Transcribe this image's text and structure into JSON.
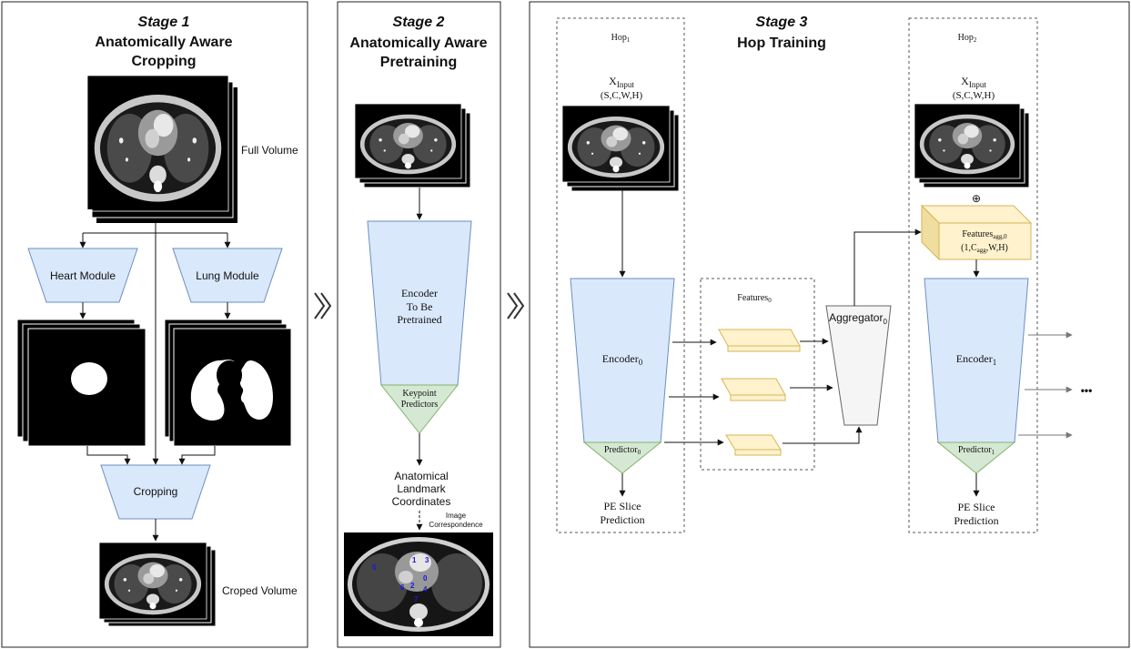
{
  "stage1": {
    "stage": "Stage 1",
    "title_line1": "Anatomically Aware",
    "title_line2": "Cropping",
    "full_volume": "Full Volume",
    "heart_module": "Heart Module",
    "lung_module": "Lung Module",
    "cropping": "Cropping",
    "croped_volume": "Croped Volume"
  },
  "stage2": {
    "stage": "Stage 2",
    "title_line1": "Anatomically Aware",
    "title_line2": "Pretraining",
    "encoder_line1": "Encoder",
    "encoder_line2": "To Be",
    "encoder_line3": "Pretrained",
    "keypoint_line1": "Keypoint",
    "keypoint_line2": "Predictors",
    "landmark_line1": "Anatomical",
    "landmark_line2": "Landmark",
    "landmark_line3": "Coordinates",
    "correspondence_line1": "Image",
    "correspondence_line2": "Correspondence",
    "keypoints": [
      "1",
      "3",
      "0",
      "2",
      "4",
      "6",
      "7",
      "5"
    ]
  },
  "stage3": {
    "stage": "Stage 3",
    "title": "Hop Training",
    "hop1": {
      "hop_base": "Hop",
      "hop_sub": "1",
      "input_base": "X",
      "input_sub": "Input",
      "shape": "(S,C,W,H)",
      "encoder_base": "Encoder",
      "encoder_sub": "0",
      "predictor_base": "Predictor",
      "predictor_sub": "0",
      "output_line1": "PE Slice",
      "output_line2": "Prediction"
    },
    "features_base": "Features",
    "features_sub": "0",
    "aggregator_base": "Aggregator",
    "aggregator_sub": "0",
    "hop2": {
      "hop_base": "Hop",
      "hop_sub": "2",
      "input_base": "X",
      "input_sub": "Input",
      "shape": "(S,C,W,H)",
      "plus": "⊕",
      "feat_agg_base": "Features",
      "feat_agg_sub": "agg,0",
      "feat_agg_shape_a": "(1,C",
      "feat_agg_shape_sub": "agg",
      "feat_agg_shape_b": ",W,H)",
      "encoder_base": "Encoder",
      "encoder_sub": "1",
      "predictor_base": "Predictor",
      "predictor_sub": "1",
      "output_line1": "PE Slice",
      "output_line2": "Prediction"
    },
    "ellipsis": "•••"
  },
  "colors": {
    "module_fill": "#dae8fc",
    "module_stroke": "#6c8ebf",
    "predictor_fill": "#d5e8d4",
    "predictor_stroke": "#82b366",
    "feature_fill": "#fff2cc",
    "feature_stroke": "#d6b656",
    "aggregator_fill": "#f5f5f5",
    "aggregator_stroke": "#666666",
    "keypoint_color": "#1a1ad8"
  }
}
